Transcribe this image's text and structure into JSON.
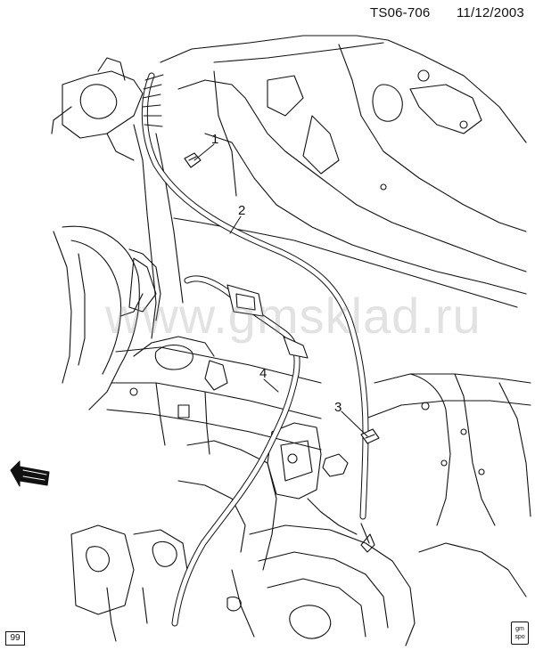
{
  "header": {
    "ref_id": "TS06-706",
    "date": "11/12/2003"
  },
  "watermark": "www.gmsklad.ru",
  "callouts": [
    "1",
    "2",
    "3",
    "4"
  ],
  "footer": {
    "page_box": "99",
    "logo_text": "gm spo"
  },
  "colors": {
    "line": "#111111",
    "background": "#ffffff"
  }
}
